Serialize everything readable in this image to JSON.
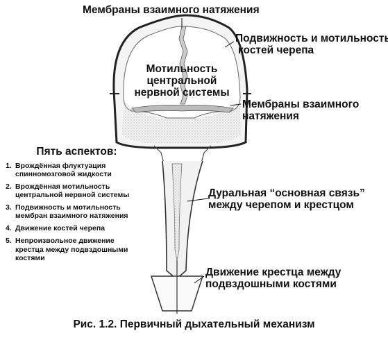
{
  "labels": {
    "top_membranes": "Мембраны взаимного натяжения",
    "skull_mobility_1": "Подвижность и мотильность",
    "skull_mobility_2": "костей черепа",
    "cns_1": "Мотильность",
    "cns_2": "центральной",
    "cns_3": "нервной системы",
    "side_membranes_1": "Мембраны взаимного",
    "side_membranes_2": "натяжения",
    "dural_1": "Дуральная “основная связь”",
    "dural_2": "между черепом и крестцом",
    "sacrum_1": "Движение крестца между",
    "sacrum_2": "подвздошными костями"
  },
  "aspects": {
    "title": "Пять аспектов:",
    "items": [
      {
        "num": "1.",
        "lines": [
          "Врождённая флуктуация",
          "спинномозговой жидкости"
        ]
      },
      {
        "num": "2.",
        "lines": [
          "Врождённая мотильность",
          "центральной нервной системы"
        ]
      },
      {
        "num": "3.",
        "lines": [
          "Подвижность и мотильность",
          "мембран взаимного натяжения"
        ]
      },
      {
        "num": "4.",
        "lines": [
          "Движение костей черепа"
        ]
      },
      {
        "num": "5.",
        "lines": [
          "Непроизвольное движение",
          "крестца между подвздошными",
          "костями"
        ]
      }
    ]
  },
  "caption": "Рис. 1.2. Первичный дыхательный механизм"
}
